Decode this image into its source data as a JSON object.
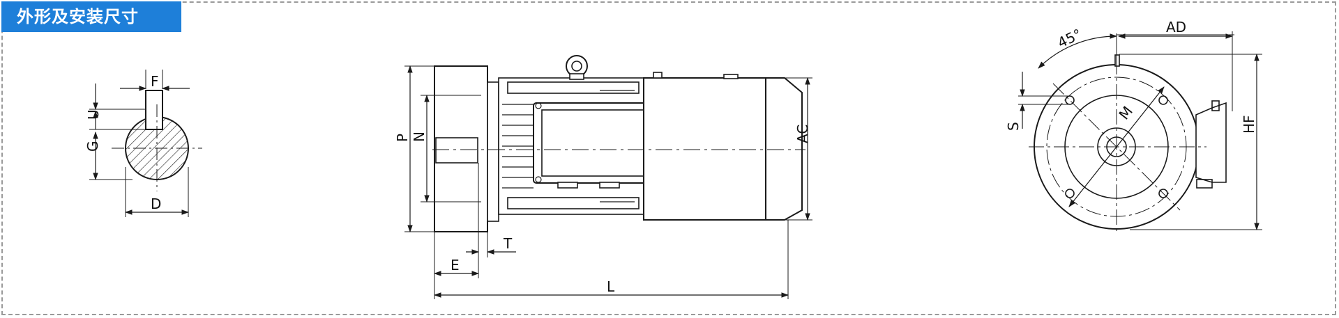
{
  "header": {
    "title": "外形及安装尺寸"
  },
  "colors": {
    "accent": "#1e7fd9",
    "line": "#1a1a1a",
    "frame": "#9a9a9a"
  },
  "labels": {
    "key": {
      "F": "F",
      "U": "U",
      "G": "G",
      "D": "D"
    },
    "side": {
      "P": "P",
      "N": "N",
      "AC": "AC",
      "T": "T",
      "E": "E",
      "L": "L"
    },
    "front": {
      "angle": "45°",
      "AD": "AD",
      "S": "S",
      "M": "M",
      "HF": "HF"
    }
  }
}
